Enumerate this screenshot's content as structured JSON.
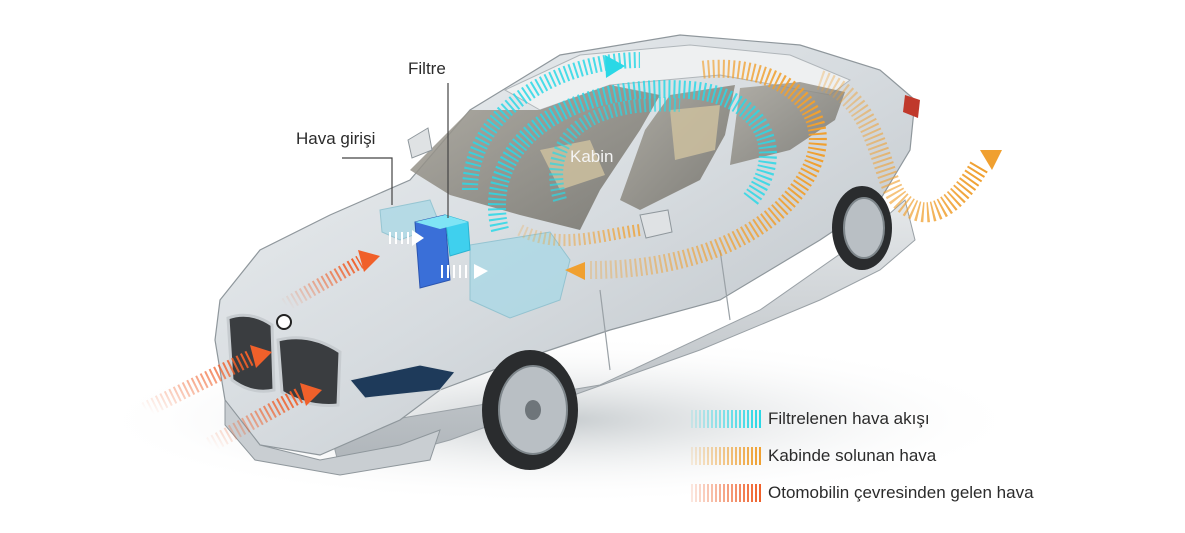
{
  "labels": {
    "filter": "Filtre",
    "air_inlet": "Hava girişi",
    "cabin": "Kabin"
  },
  "legend": [
    {
      "label": "Filtrelenen hava akışı",
      "color": "#2ad8e6"
    },
    {
      "label": "Kabinde solunan hava",
      "color": "#f0a030"
    },
    {
      "label": "Otomobilin çevresinden gelen hava",
      "color": "#f0602a"
    }
  ],
  "colors": {
    "car_body": "#d9dde0",
    "glass": "#8f8f86",
    "filter_block": "#3a6fd8",
    "filter_top": "#3fd0ee",
    "hvac_unit": "#a8d8e6"
  }
}
